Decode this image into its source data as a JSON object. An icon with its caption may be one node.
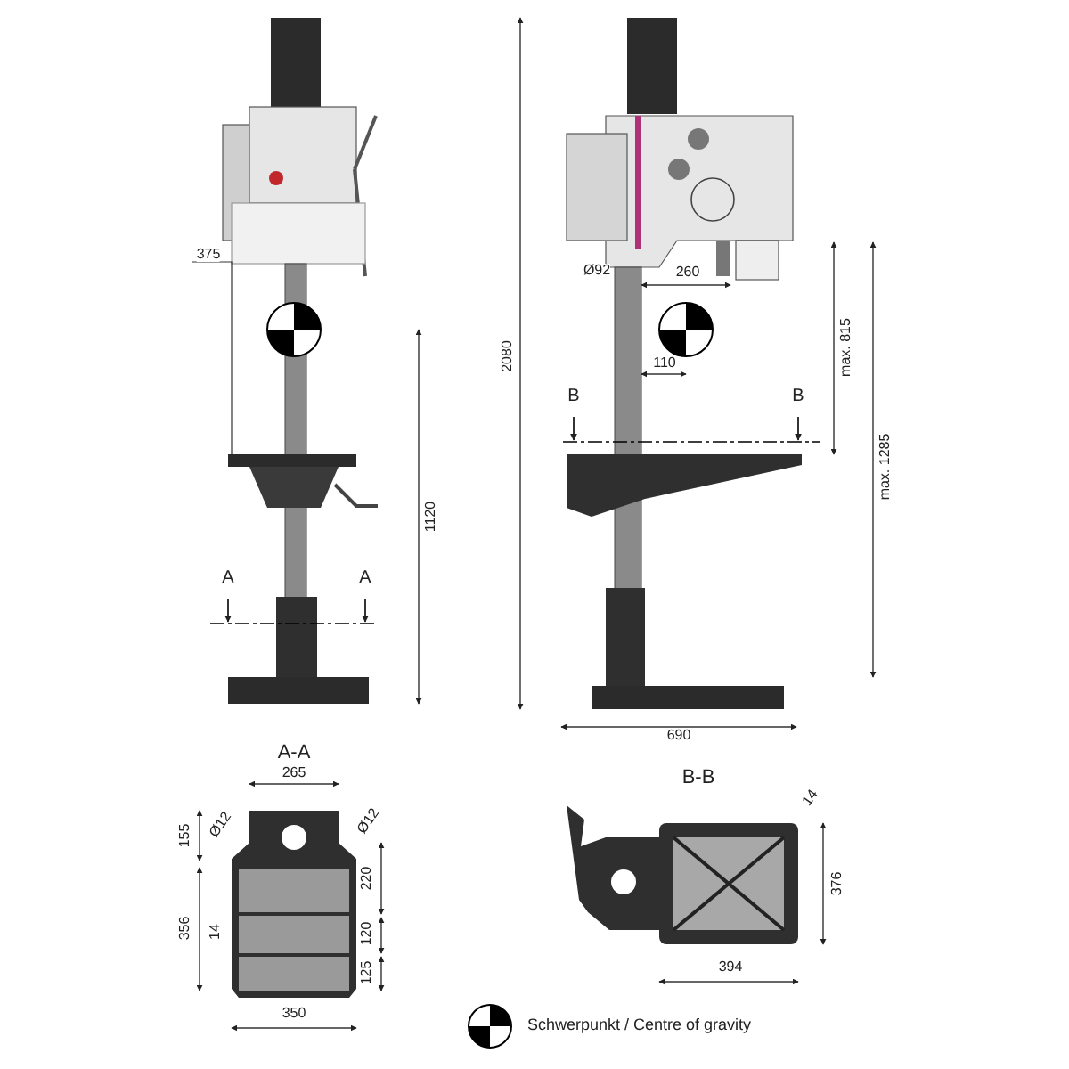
{
  "diagram": {
    "labels": [
      "375",
      "1120",
      "A",
      "A",
      "2080",
      "Ø92",
      "260",
      "110",
      "B",
      "B",
      "max. 815",
      "max. 1285",
      "690",
      "A-A",
      "265",
      "155",
      "Ø12",
      "Ø12",
      "220",
      "356",
      "14",
      "120",
      "125",
      "350",
      "B-B",
      "14",
      "376",
      "394"
    ],
    "legend": [
      {
        "text": "Schwerpunkt / Centre of gravity"
      }
    ]
  }
}
